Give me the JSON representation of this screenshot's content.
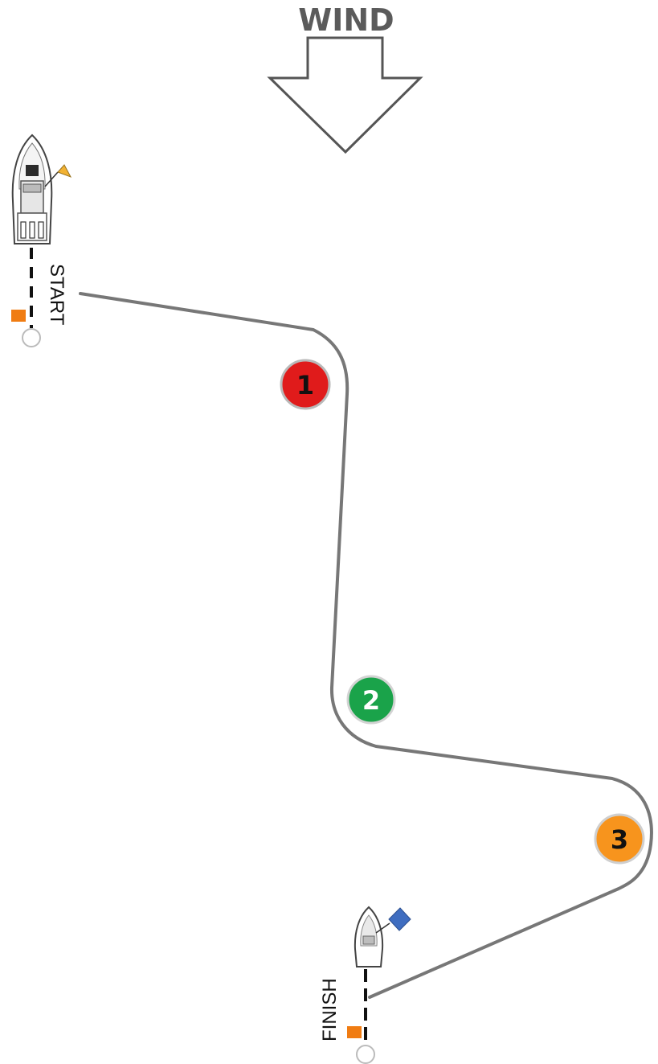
{
  "wind": {
    "label": "WIND"
  },
  "start": {
    "label": "START",
    "flag_color": "#f07c12",
    "boat_flag_color": "#f2b233"
  },
  "finish": {
    "label": "FINISH",
    "flag_color": "#f07c12",
    "boat_flag_color": "#3f6dc0"
  },
  "course": {
    "line_color": "#777777"
  },
  "marks": [
    {
      "number": "1",
      "color": "#e01b1b",
      "text_color": "#111111"
    },
    {
      "number": "2",
      "color": "#1aa34a",
      "text_color": "#ffffff"
    },
    {
      "number": "3",
      "color": "#f7941d",
      "text_color": "#111111"
    }
  ]
}
